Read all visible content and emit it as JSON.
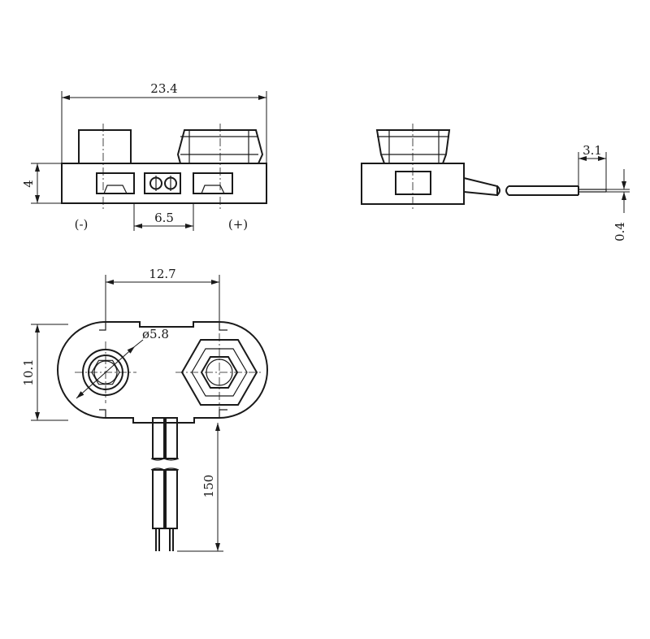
{
  "dimensions": {
    "overall_width": "23.4",
    "height": "4",
    "pitch_front": "6.5",
    "pitch_top": "12.7",
    "diameter": "ø5.8",
    "body_height": "10.1",
    "lead_length": "150",
    "strip_length": "3.1",
    "wire_thickness": "0.4"
  },
  "polarity": {
    "negative": "(-)",
    "positive": "(+)"
  }
}
